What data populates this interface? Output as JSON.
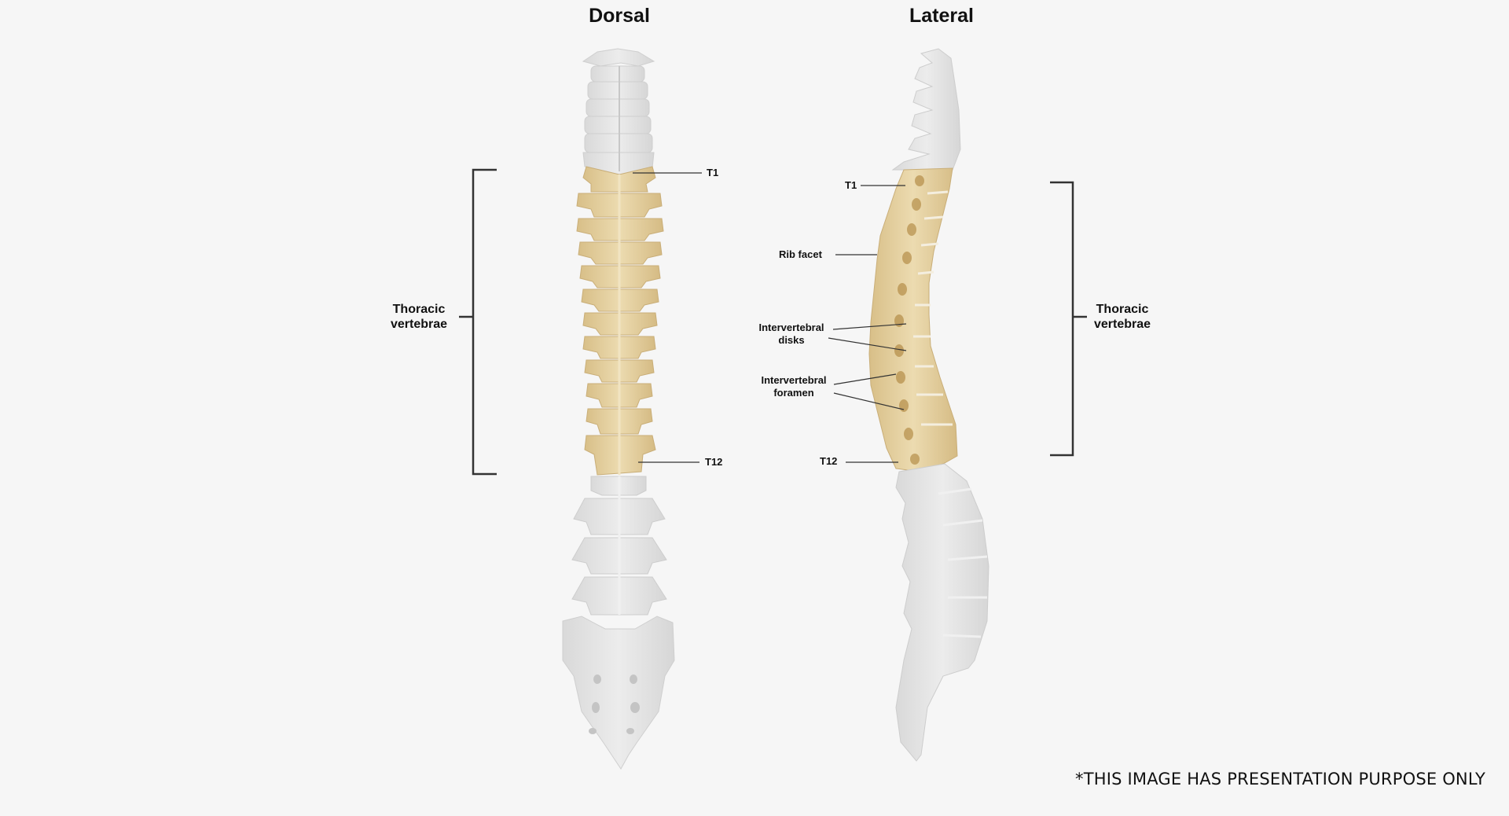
{
  "views": [
    {
      "id": "dorsal",
      "title": "Dorsal"
    },
    {
      "id": "lateral",
      "title": "Lateral"
    }
  ],
  "dorsal": {
    "labels": {
      "t1": "T1",
      "t12": "T12"
    },
    "group": {
      "line1": "Thoracic",
      "line2": "vertebrae"
    }
  },
  "lateral": {
    "labels": {
      "t1": "T1",
      "rib_facet": "Rib facet",
      "intervertebral_disks_1": "Intervertebral",
      "intervertebral_disks_2": "disks",
      "intervertebral_foramen_1": "Intervertebral",
      "intervertebral_foramen_2": "foramen",
      "t12": "T12"
    },
    "group": {
      "line1": "Thoracic",
      "line2": "vertebrae"
    }
  },
  "footnote": "*THIS IMAGE HAS PRESENTATION PURPOSE ONLY",
  "colors": {
    "background": "#f6f6f6",
    "thoracic_bone": "#e6d1a2",
    "other_bone": "#e0e0e0",
    "leader_line": "#333333"
  }
}
